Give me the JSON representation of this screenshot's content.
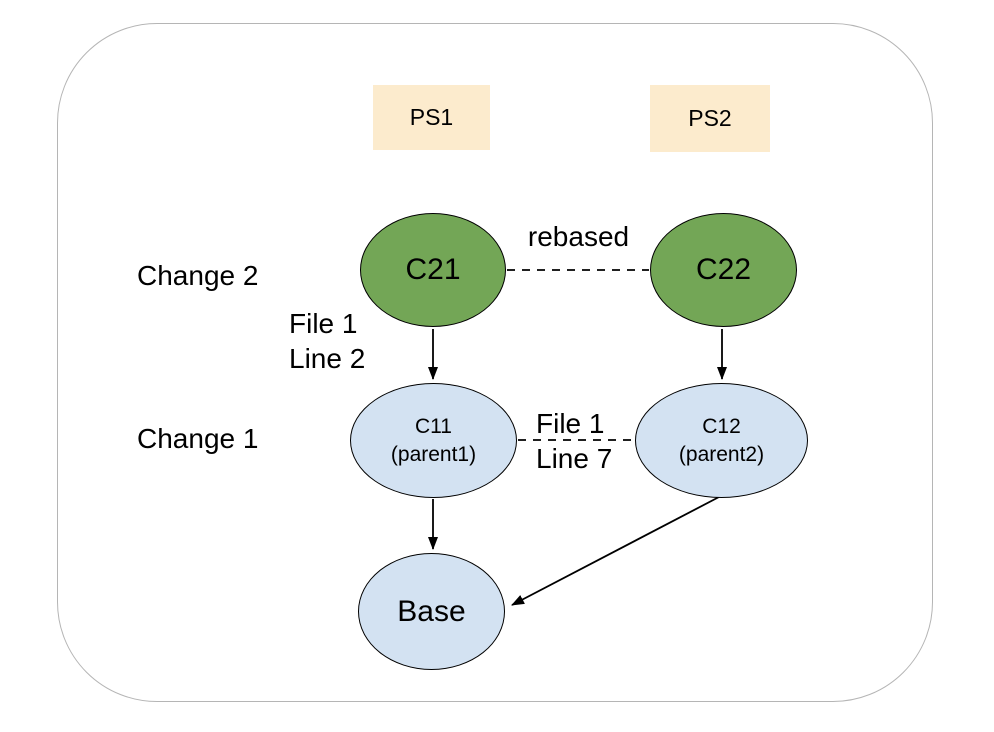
{
  "diagram": {
    "patchsets": [
      {
        "label": "PS1"
      },
      {
        "label": "PS2"
      }
    ],
    "row_labels": [
      {
        "label": "Change 2"
      },
      {
        "label": "Change 1"
      }
    ],
    "nodes": {
      "c21": {
        "label": "C21"
      },
      "c22": {
        "label": "C22"
      },
      "c11": {
        "label": "C11",
        "sublabel": "(parent1)"
      },
      "c12": {
        "label": "C12",
        "sublabel": "(parent2)"
      },
      "base": {
        "label": "Base"
      }
    },
    "edge_labels": {
      "rebase": "rebased",
      "c21_to_c11": {
        "line1": "File 1",
        "line2": "Line 2"
      },
      "c11_to_c12": {
        "line1": "File 1",
        "line2": "Line 7"
      }
    },
    "colors": {
      "new_patchset_node": "#73a656",
      "old_patchset_node": "#d3e2f2",
      "patchset_header_bg": "#fcebcd",
      "frame_border": "#b5b5b5",
      "edge_stroke": "#000000"
    }
  }
}
